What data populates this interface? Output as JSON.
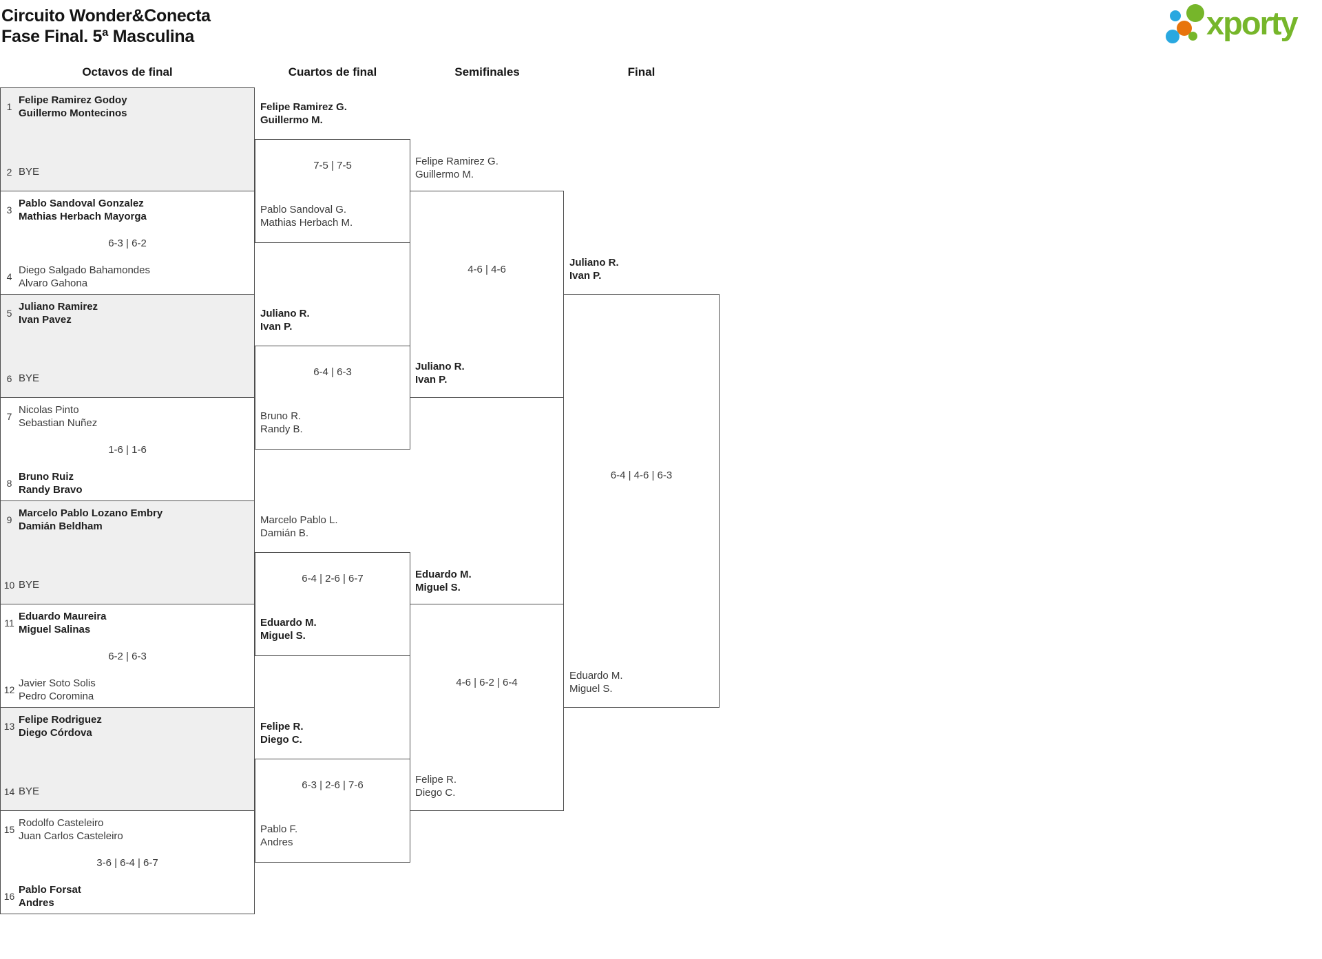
{
  "title": {
    "line1": "Circuito Wonder&Conecta",
    "line2": "Fase Final. 5ª Masculina"
  },
  "logo": {
    "text": "xporty",
    "green": "#76b62a",
    "blue": "#29a8e0",
    "orange": "#e8740c"
  },
  "round_headers": [
    "Octavos de final",
    "Cuartos de final",
    "Semifinales",
    "Final"
  ],
  "octavos": [
    {
      "seed_a": "1",
      "a1": "Felipe Ramirez Godoy",
      "a2": "Guillermo Montecinos",
      "a_winner": true,
      "score": "",
      "seed_b": "2",
      "b1": "BYE",
      "b2": "",
      "b_winner": false
    },
    {
      "seed_a": "3",
      "a1": "Pablo Sandoval Gonzalez",
      "a2": "Mathias Herbach Mayorga",
      "a_winner": true,
      "score": "6-3 | 6-2",
      "seed_b": "4",
      "b1": "Diego Salgado Bahamondes",
      "b2": "Alvaro Gahona",
      "b_winner": false
    },
    {
      "seed_a": "5",
      "a1": "Juliano Ramirez",
      "a2": "Ivan Pavez",
      "a_winner": true,
      "score": "",
      "seed_b": "6",
      "b1": "BYE",
      "b2": "",
      "b_winner": false
    },
    {
      "seed_a": "7",
      "a1": "Nicolas Pinto",
      "a2": "Sebastian Nuñez",
      "a_winner": false,
      "score": "1-6 | 1-6",
      "seed_b": "8",
      "b1": "Bruno Ruiz",
      "b2": "Randy Bravo",
      "b_winner": true
    },
    {
      "seed_a": "9",
      "a1": "Marcelo Pablo Lozano Embry",
      "a2": "Damián Beldham",
      "a_winner": true,
      "score": "",
      "seed_b": "10",
      "b1": "BYE",
      "b2": "",
      "b_winner": false
    },
    {
      "seed_a": "11",
      "a1": "Eduardo Maureira",
      "a2": "Miguel Salinas",
      "a_winner": true,
      "score": "6-2 | 6-3",
      "seed_b": "12",
      "b1": "Javier Soto Solis",
      "b2": "Pedro Coromina",
      "b_winner": false
    },
    {
      "seed_a": "13",
      "a1": "Felipe Rodriguez",
      "a2": "Diego Córdova",
      "a_winner": true,
      "score": "",
      "seed_b": "14",
      "b1": "BYE",
      "b2": "",
      "b_winner": false
    },
    {
      "seed_a": "15",
      "a1": "Rodolfo Casteleiro",
      "a2": "Juan Carlos Casteleiro",
      "a_winner": false,
      "score": "3-6 | 6-4 | 6-7",
      "seed_b": "16",
      "b1": "Pablo Forsat",
      "b2": "Andres",
      "b_winner": true
    }
  ],
  "cuartos": [
    {
      "a1": "Felipe Ramirez G.",
      "a2": "Guillermo M.",
      "a_winner": true,
      "score": "7-5 | 7-5",
      "b1": "Pablo Sandoval G.",
      "b2": "Mathias Herbach M.",
      "b_winner": false
    },
    {
      "a1": "Juliano R.",
      "a2": "Ivan P.",
      "a_winner": true,
      "score": "6-4 | 6-3",
      "b1": "Bruno R.",
      "b2": "Randy B.",
      "b_winner": false
    },
    {
      "a1": "Marcelo Pablo L.",
      "a2": "Damián B.",
      "a_winner": false,
      "score": "6-4 | 2-6 | 6-7",
      "b1": "Eduardo M.",
      "b2": "Miguel S.",
      "b_winner": true
    },
    {
      "a1": "Felipe R.",
      "a2": "Diego C.",
      "a_winner": true,
      "score": "6-3 | 2-6 | 7-6",
      "b1": "Pablo F.",
      "b2": "Andres",
      "b_winner": false
    }
  ],
  "semifinales": [
    {
      "a1": "Felipe Ramirez G.",
      "a2": "Guillermo M.",
      "a_winner": false,
      "score": "4-6 | 4-6",
      "b1": "Juliano R.",
      "b2": "Ivan P.",
      "b_winner": true
    },
    {
      "a1": "Eduardo M.",
      "a2": "Miguel S.",
      "a_winner": true,
      "score": "4-6 | 6-2 | 6-4",
      "b1": "Felipe R.",
      "b2": "Diego C.",
      "b_winner": false
    }
  ],
  "final": {
    "a1": "Juliano R.",
    "a2": "Ivan P.",
    "a_winner": true,
    "score": "6-4 | 4-6 | 6-3",
    "b1": "Eduardo M.",
    "b2": "Miguel S.",
    "b_winner": false
  }
}
